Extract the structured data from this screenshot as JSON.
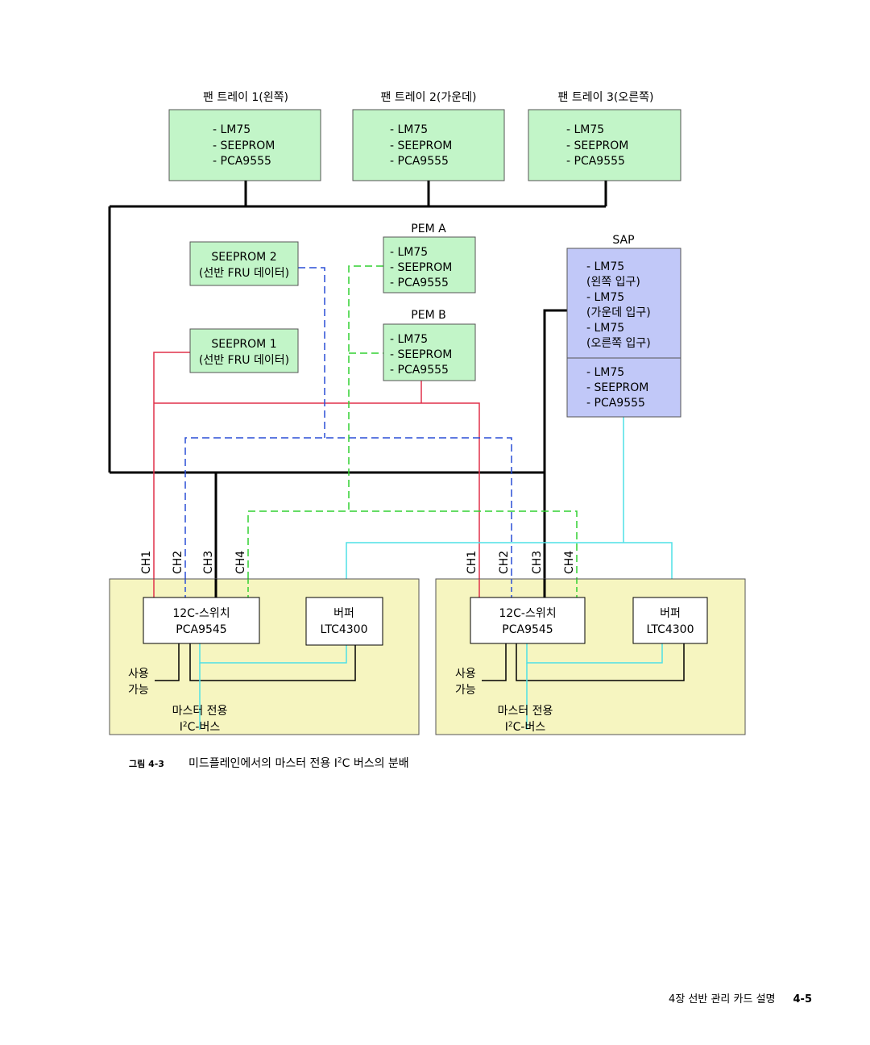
{
  "fan_trays": [
    {
      "title": "팬 트레이 1(왼쪽)",
      "lines": [
        "- LM75",
        "- SEEPROM",
        "- PCA9555"
      ]
    },
    {
      "title": "팬 트레이 2(가운데)",
      "lines": [
        "- LM75",
        "- SEEPROM",
        "- PCA9555"
      ]
    },
    {
      "title": "팬 트레이 3(오른쪽)",
      "lines": [
        "- LM75",
        "- SEEPROM",
        "- PCA9555"
      ]
    }
  ],
  "seeprom2": {
    "line1": "SEEPROM 2",
    "line2": "(선반 FRU 데이터)"
  },
  "seeprom1": {
    "line1": "SEEPROM 1",
    "line2": "(선반 FRU 데이터)"
  },
  "pem_a": {
    "title": "PEM A",
    "lines": [
      "- LM75",
      "- SEEPROM",
      "- PCA9555"
    ]
  },
  "pem_b": {
    "title": "PEM B",
    "lines": [
      "- LM75",
      "- SEEPROM",
      "- PCA9555"
    ]
  },
  "sap": {
    "title": "SAP",
    "upper_lines": [
      "- LM75",
      "(왼쪽 입구)",
      "- LM75",
      "(가운데 입구)",
      "- LM75",
      "(오른쪽 입구)"
    ],
    "lower_lines": [
      "- LM75",
      "- SEEPROM",
      "- PCA9555"
    ]
  },
  "channels": [
    "CH1",
    "CH2",
    "CH3",
    "CH4"
  ],
  "cards": [
    {
      "switch_line1": "12C-스위치",
      "switch_line2": "PCA9545",
      "buffer_line1": "버퍼",
      "buffer_line2": "LTC4300",
      "enable_line1": "사용",
      "enable_line2": "가능",
      "bus_line1": "마스터 전용",
      "bus_line2_pre": "I",
      "bus_line2_sup": "2",
      "bus_line2_post": "C-버스"
    },
    {
      "switch_line1": "12C-스위치",
      "switch_line2": "PCA9545",
      "buffer_line1": "버퍼",
      "buffer_line2": "LTC4300",
      "enable_line1": "사용",
      "enable_line2": "가능",
      "bus_line1": "마스터 전용",
      "bus_line2_pre": "I",
      "bus_line2_sup": "2",
      "bus_line2_post": "C-버스"
    }
  ],
  "caption": {
    "figure_label": "그림 4-3",
    "text_pre": "미드플레인에서의 마스터 전용 I",
    "text_sup": "2",
    "text_post": "C 버스의 분배"
  },
  "footer": {
    "chapter": "4장   선반 관리 카드 설명",
    "page": "4-5"
  },
  "colors": {
    "green_box": "#c2f5c8",
    "blue_box": "#c1c8f8",
    "yellow_card": "#f6f5c0",
    "line_black": "#000000",
    "line_red": "#e0304a",
    "line_blue": "#2a4fd6",
    "line_green": "#30d030",
    "line_cyan": "#4fe0e6"
  }
}
